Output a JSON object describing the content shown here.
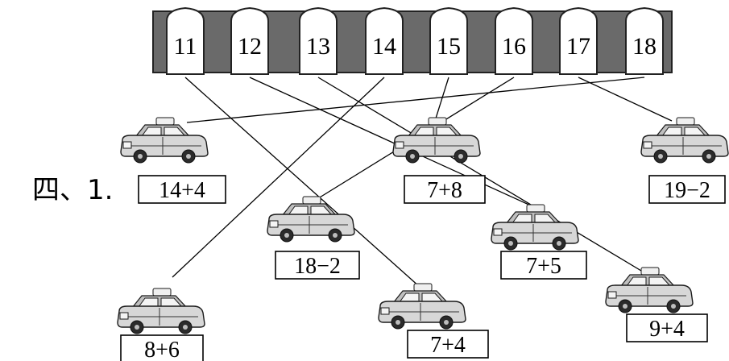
{
  "section_label": "四、1.",
  "bays": [
    {
      "label": "11"
    },
    {
      "label": "12"
    },
    {
      "label": "13"
    },
    {
      "label": "14"
    },
    {
      "label": "15"
    },
    {
      "label": "16"
    },
    {
      "label": "17"
    },
    {
      "label": "18"
    }
  ],
  "cars": [
    {
      "expression": "14+4"
    },
    {
      "expression": "7+8"
    },
    {
      "expression": "19−2"
    },
    {
      "expression": "18−2"
    },
    {
      "expression": "7+5"
    },
    {
      "expression": "8+6"
    },
    {
      "expression": "7+4"
    },
    {
      "expression": "9+4"
    }
  ],
  "connections": [
    {
      "from_bay": "18",
      "to_car": "14+4"
    },
    {
      "from_bay": "15",
      "to_car": "7+8"
    },
    {
      "from_bay": "17",
      "to_car": "19−2"
    },
    {
      "from_bay": "16",
      "to_car": "18−2"
    },
    {
      "from_bay": "12",
      "to_car": "7+5"
    },
    {
      "from_bay": "14",
      "to_car": "8+6"
    },
    {
      "from_bay": "11",
      "to_car": "7+4"
    },
    {
      "from_bay": "13",
      "to_car": "9+4"
    }
  ]
}
